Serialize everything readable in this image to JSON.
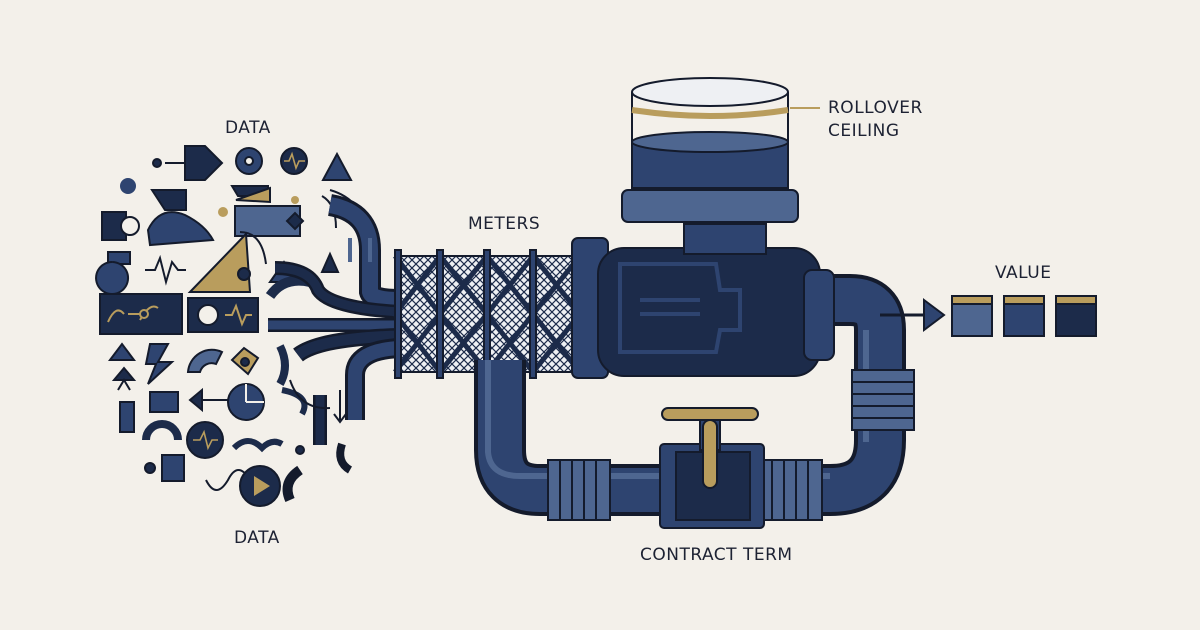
{
  "labels": {
    "data_top": "DATA",
    "data_bottom": "DATA",
    "meters": "METERS",
    "rollover_line1": "ROLLOVER",
    "rollover_line2": "CEILING",
    "value": "VALUE",
    "contract_term": "CONTRACT TERM"
  },
  "colors": {
    "background": "#f3f0ea",
    "navy_dark": "#1c2b4a",
    "navy": "#2e4470",
    "steel": "#4e6690",
    "gold": "#b99d5d",
    "outline": "#141b2c"
  }
}
